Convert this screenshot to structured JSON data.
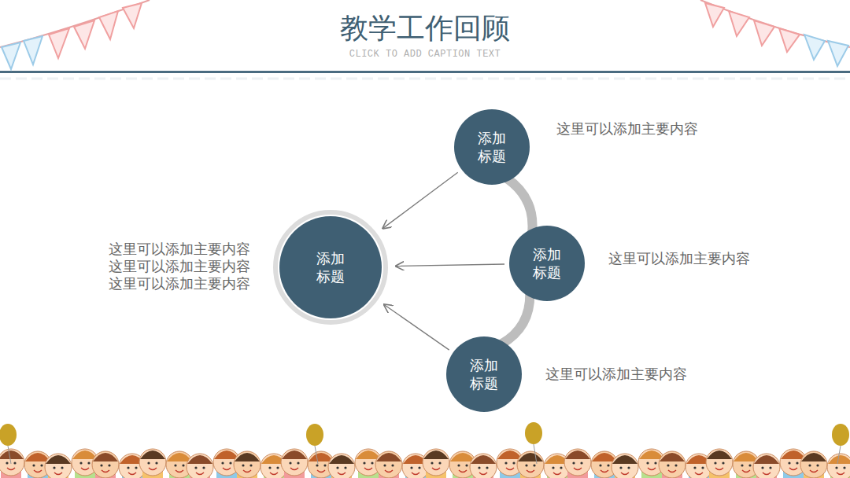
{
  "diagram": {
    "title": "教学工作回顾",
    "caption": "CLICK TO ADD CAPTION TEXT",
    "nodes": [
      {
        "text": [
          "添加 标题"
        ]
      },
      {
        "text": [
          "添加 标题"
        ]
      },
      {
        "text": [
          "添加 标题"
        ]
      },
      {
        "text": [
          "添加 标题"
        ]
      }
    ],
    "edges": [
      {
        "from": 0,
        "to": 1,
        "arrow": "to"
      },
      {
        "from": 2,
        "to": 1,
        "arrow": "to"
      },
      {
        "from": 3,
        "to": 1,
        "arrow": "to"
      },
      {
        "from": 0,
        "to": 2,
        "arrow": "none"
      },
      {
        "from": 2,
        "to": 3,
        "arrow": "none"
      }
    ],
    "labels": [
      "这里可以添加主要内容",
      "这里可以添加主要内容 这里可以添加主要内容 这里可以添加主要内容",
      "这里可以添加主要内容",
      "这里可以添加主要内容"
    ]
  }
}
